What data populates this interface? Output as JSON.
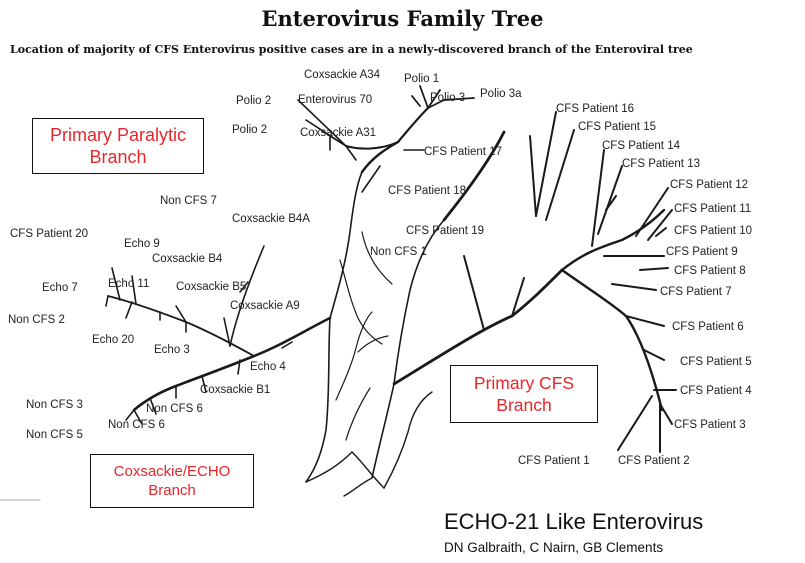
{
  "title": "Enterovirus Family Tree",
  "subtitle": "Location of majority of CFS Enterovirus positive cases are in a newly-discovered branch of the Enteroviral tree",
  "branches": {
    "paralytic": [
      "Primary Paralytic",
      "Branch"
    ],
    "cfs": [
      "Primary CFS",
      "Branch"
    ],
    "coxsackie": [
      "Coxsackie/ECHO",
      "Branch"
    ]
  },
  "labels": {
    "coxsackie_a34": "Coxsackie A34",
    "polio1": "Polio 1",
    "polio2_a": "Polio 2",
    "enterovirus70": "Enterovirus 70",
    "polio3": "Polio 3",
    "polio3a": "Polio 3a",
    "polio2_b": "Polio 2",
    "coxsackie_a31": "Coxsackie A31",
    "cfs16": "CFS Patient 16",
    "cfs15": "CFS Patient 15",
    "cfs17": "CFS Patient 17",
    "cfs14": "CFS Patient 14",
    "cfs13": "CFS Patient 13",
    "cfs18": "CFS Patient 18",
    "cfs12": "CFS Patient 12",
    "non_cfs7": "Non CFS 7",
    "cfs11": "CFS Patient 11",
    "coxsackie_b4a": "Coxsackie B4A",
    "cfs10": "CFS Patient 10",
    "cfs20": "CFS Patient 20",
    "cfs19": "CFS Patient 19",
    "echo9": "Echo 9",
    "cfs9": "CFS Patient 9",
    "non_cfs1": "Non CFS 1",
    "coxsackie_b4": "Coxsackie B4",
    "cfs8": "CFS Patient 8",
    "echo7": "Echo 7",
    "echo11": "Echo 11",
    "coxsackie_b5": "Coxsackie B5",
    "cfs7": "CFS Patient 7",
    "non_cfs2": "Non CFS 2",
    "coxsackie_a9": "Coxsackie A9",
    "cfs6": "CFS Patient 6",
    "echo20": "Echo 20",
    "echo3": "Echo 3",
    "echo4": "Echo 4",
    "cfs5": "CFS Patient 5",
    "coxsackie_b1": "Coxsackie B1",
    "cfs4": "CFS Patient 4",
    "non_cfs3": "Non CFS 3",
    "non_cfs6_a": "Non CFS 6",
    "non_cfs6_b": "Non CFS 6",
    "cfs3": "CFS Patient 3",
    "non_cfs5": "Non CFS 5",
    "cfs1": "CFS Patient 1",
    "cfs2": "CFS Patient 2"
  },
  "footer": {
    "title": "ECHO-21 Like Enterovirus",
    "credit": "DN Galbraith, C Nairn, GB Clements"
  },
  "colors": {
    "branch_label": "#e8262b",
    "ink": "#1a1a1a"
  }
}
